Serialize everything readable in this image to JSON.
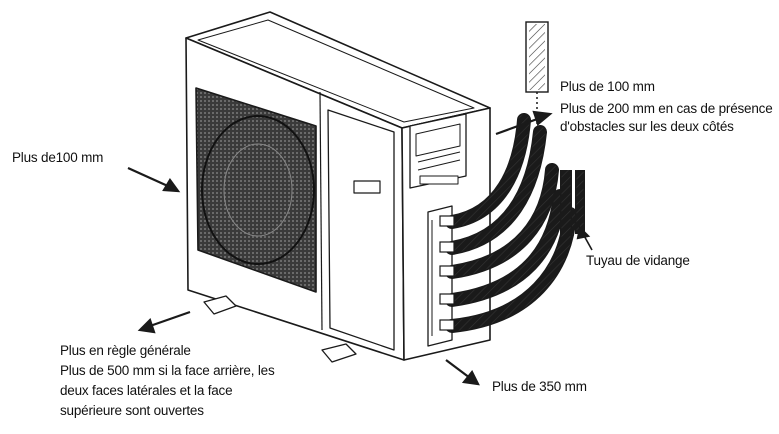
{
  "labels": {
    "left_clearance": "Plus de100 mm",
    "top_clearance_line1": "Plus de 100 mm",
    "top_clearance_line2": "Plus de 200 mm en cas de présence",
    "top_clearance_line3": "d'obstacles sur les deux côtés",
    "drain_pipe": "Tuyau de vidange",
    "rear_line1": "Plus en règle générale",
    "rear_line2": "Plus de 500 mm si la face arrière, les",
    "rear_line3": "deux faces latérales et la face",
    "rear_line4": "supérieure sont ouvertes",
    "front_clearance": "Plus de 350  mm"
  },
  "colors": {
    "line": "#1a1a1a",
    "grille": "#2b2b2b",
    "pipe_fill": "#f2f2f2"
  }
}
